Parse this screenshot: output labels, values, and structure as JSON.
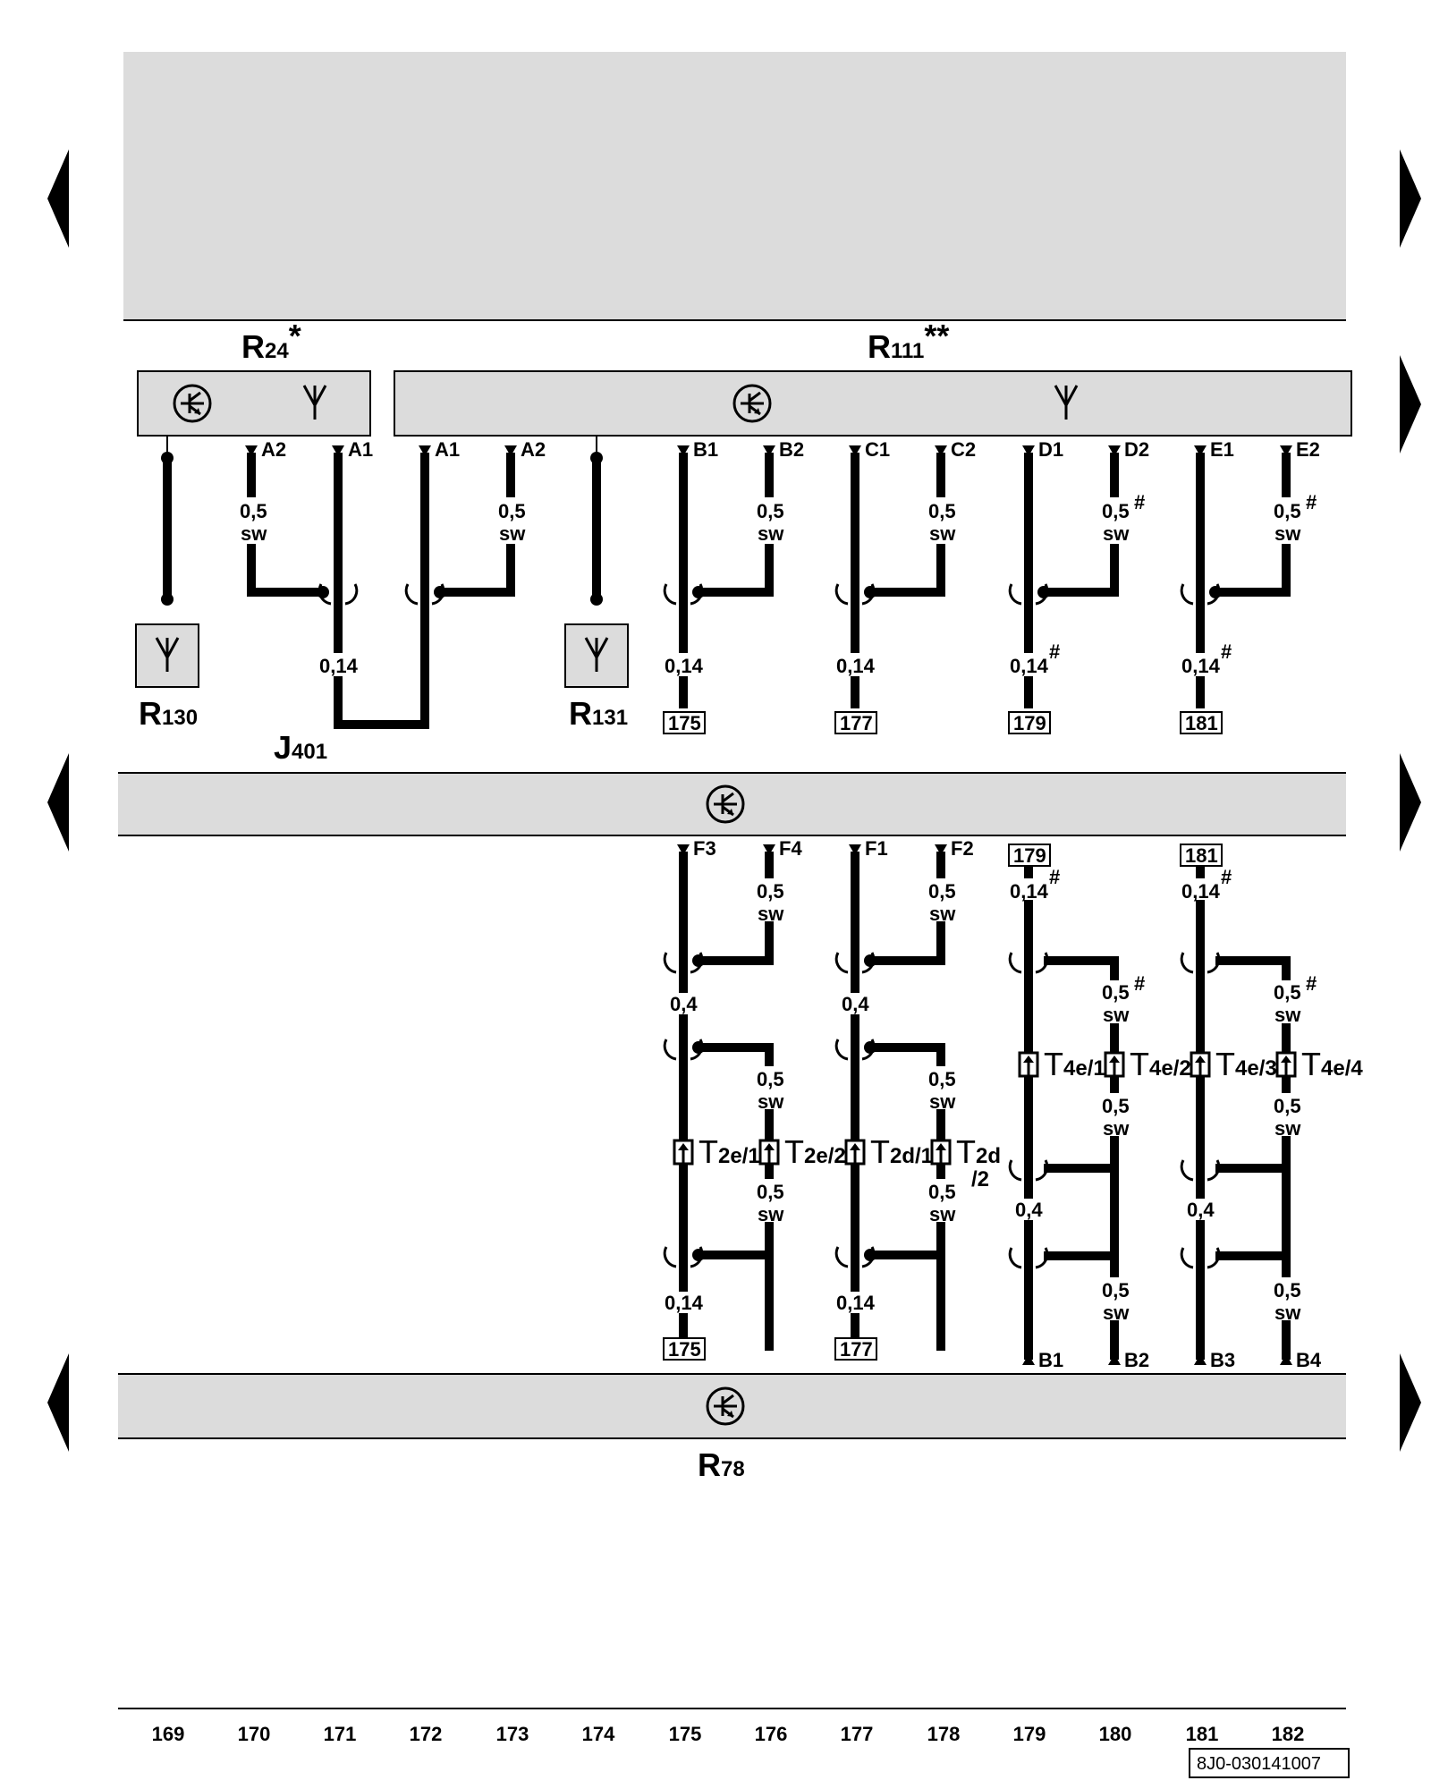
{
  "components": {
    "r24": {
      "name": "R",
      "sub": "24",
      "mark": "*"
    },
    "r111": {
      "name": "R",
      "sub": "111",
      "mark": "**"
    },
    "r130": {
      "name": "R",
      "sub": "130"
    },
    "r131": {
      "name": "R",
      "sub": "131"
    },
    "j401": {
      "name": "J",
      "sub": "401"
    },
    "r78": {
      "name": "R",
      "sub": "78"
    }
  },
  "pins": {
    "r24_a2": "A2",
    "r24_a1": "A1",
    "r111_a1": "A1",
    "r111_a2": "A2",
    "r111_b1": "B1",
    "r111_b2": "B2",
    "r111_c1": "C1",
    "r111_c2": "C2",
    "r111_d1": "D1",
    "r111_d2": "D2",
    "r111_e1": "E1",
    "r111_e2": "E2",
    "mid_f3": "F3",
    "mid_f4": "F4",
    "mid_f1": "F1",
    "mid_f2": "F2",
    "r78_b1": "B1",
    "r78_b2": "B2",
    "r78_b3": "B3",
    "r78_b4": "B4"
  },
  "wires": {
    "g05": "0,5",
    "g014": "0,14",
    "g04": "0,4",
    "sw": "sw",
    "hash": "#"
  },
  "refs": {
    "r175": "175",
    "r177": "177",
    "r179": "179",
    "r181": "181"
  },
  "connectors": {
    "t2e1": {
      "name": "T",
      "sub": "2e/1"
    },
    "t2e2": {
      "name": "T",
      "sub": "2e/2"
    },
    "t2d1": {
      "name": "T",
      "sub": "2d/1"
    },
    "t2d2": {
      "name": "T",
      "sub": "2d",
      "sub2": "/2"
    },
    "t4e1": {
      "name": "T",
      "sub": "4e/1"
    },
    "t4e2": {
      "name": "T",
      "sub": "4e/2"
    },
    "t4e3": {
      "name": "T",
      "sub": "4e/3"
    },
    "t4e4": {
      "name": "T",
      "sub": "4e/4"
    }
  },
  "current_tracks": [
    "169",
    "170",
    "171",
    "172",
    "173",
    "174",
    "175",
    "176",
    "177",
    "178",
    "179",
    "180",
    "181",
    "182"
  ],
  "footer": {
    "drawing_number": "8J0-030141007"
  }
}
